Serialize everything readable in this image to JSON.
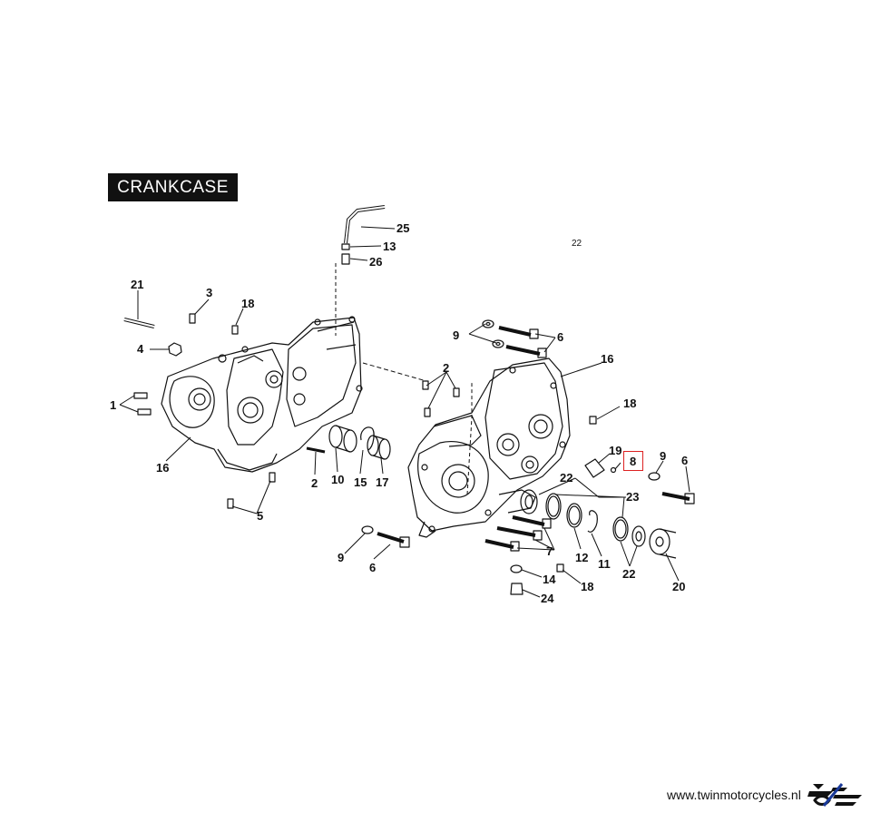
{
  "title": "CRANKCASE",
  "labels": {
    "l25": "25",
    "l13": "13",
    "l26": "26",
    "l21": "21",
    "l3": "3",
    "l18a": "18",
    "l4": "4",
    "l1": "1",
    "l16a": "16",
    "l2a": "2",
    "l10": "10",
    "l15": "15",
    "l17": "17",
    "l5": "5",
    "l9a": "9",
    "l6a": "6",
    "l2b": "2",
    "l16b": "16",
    "l18b": "18",
    "l19": "19",
    "l8": "8",
    "l9b": "9",
    "l6b": "6",
    "l22a": "22",
    "l23": "23",
    "l12": "12",
    "l11": "11",
    "l22b": "22",
    "l20": "20",
    "l7": "7",
    "l9c": "9",
    "l6c": "6",
    "l14": "14",
    "l18c": "18",
    "l24": "24",
    "l22c": "22"
  },
  "highlighted_part": "8",
  "footer": {
    "url": "www.twinmotorcycles.nl",
    "logo": "twin-motorcycles-logo"
  }
}
